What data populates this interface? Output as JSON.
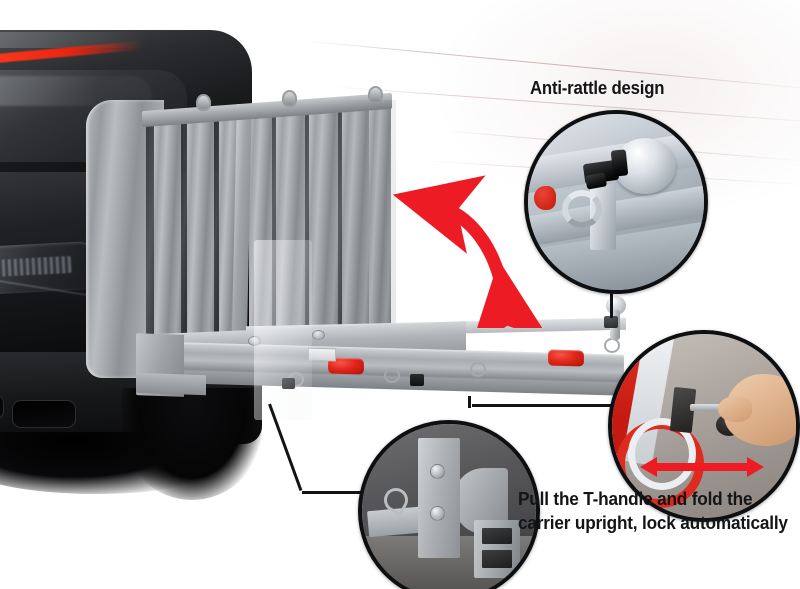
{
  "image": {
    "kind": "product-infographic",
    "subject": "folding aluminum hitch cargo carrier mounted on a dark SUV",
    "background_color": "#ffffff"
  },
  "colors": {
    "accent_red": "#e02619",
    "arrow_red": "#ed1c24",
    "aluminum": "#a4a8ac",
    "aluminum_dark": "#83878b",
    "vehicle_black": "#141517",
    "text_black": "#131517",
    "callout_border": "#0d0f11"
  },
  "callouts": [
    {
      "id": "anti-rattle",
      "label": "Anti-rattle design",
      "detail": "zinc-plated anti-rattle clamp with knob and eyebolt on the carrier rail"
    },
    {
      "id": "t-handle",
      "label": "Pull the T-handle and fold the\ncarrier upright, lock automatically",
      "line1": "Pull the T-handle and fold the",
      "line2": "carrier upright, lock automatically",
      "detail": "hand pulling the black T-handle outward"
    },
    {
      "id": "lock-bracket",
      "label": "",
      "detail": "aluminum pivot bracket and automatic locking cam"
    }
  ],
  "annotations": {
    "fold_arrow": {
      "name": "fold-direction-arrow",
      "shape": "curved double-headed arrow",
      "color": "#ed1c24",
      "meaning": "carrier folds up and down"
    },
    "pull_arrow": {
      "name": "pull-direction-arrow",
      "shape": "straight double-headed arrow",
      "color": "#ed1c24",
      "meaning": "T-handle pulls out and in"
    }
  },
  "product_parts": {
    "panel": "folded upright slatted ramp panel",
    "base": "cargo platform with side rails",
    "reflectors": "red rectangular reflectors on the front rail",
    "hitch": "receiver hitch bar under the bumper"
  },
  "vehicle": {
    "type": "SUV rear three-quarter view",
    "body_color": "#141517",
    "brake_light_color": "#ff3b1e"
  }
}
